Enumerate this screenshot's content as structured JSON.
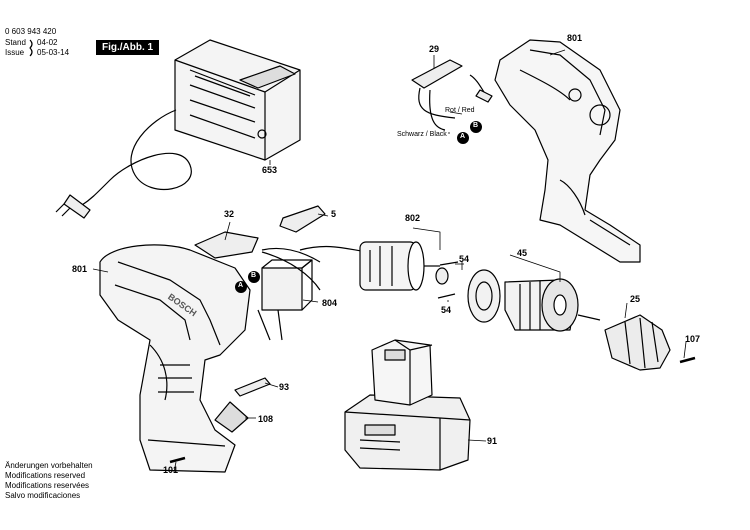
{
  "header": {
    "part_number": "0 603 943 420",
    "stand_label": "Stand",
    "stand_value": "04-02",
    "issue_label": "Issue",
    "issue_value": "05-03-14",
    "figure": "Fig./Abb. 1"
  },
  "notes": [
    "Änderungen vorbehalten",
    "Modifications reserved",
    "Modifications reservées",
    "Salvo modificaciones"
  ],
  "wire_labels": {
    "red": "Rot / Red",
    "black": "Schwarz / Black",
    "marker_a": "A",
    "marker_b": "B"
  },
  "parts": {
    "p29": "29",
    "p801a": "801",
    "p653": "653",
    "p32": "32",
    "p5": "5",
    "p802": "802",
    "p801b": "801",
    "p804": "804",
    "p54a": "54",
    "p54b": "54",
    "p45": "45",
    "p25": "25",
    "p107": "107",
    "p93": "93",
    "p108": "108",
    "p91": "91",
    "p101": "101"
  },
  "brand": "BOSCH"
}
